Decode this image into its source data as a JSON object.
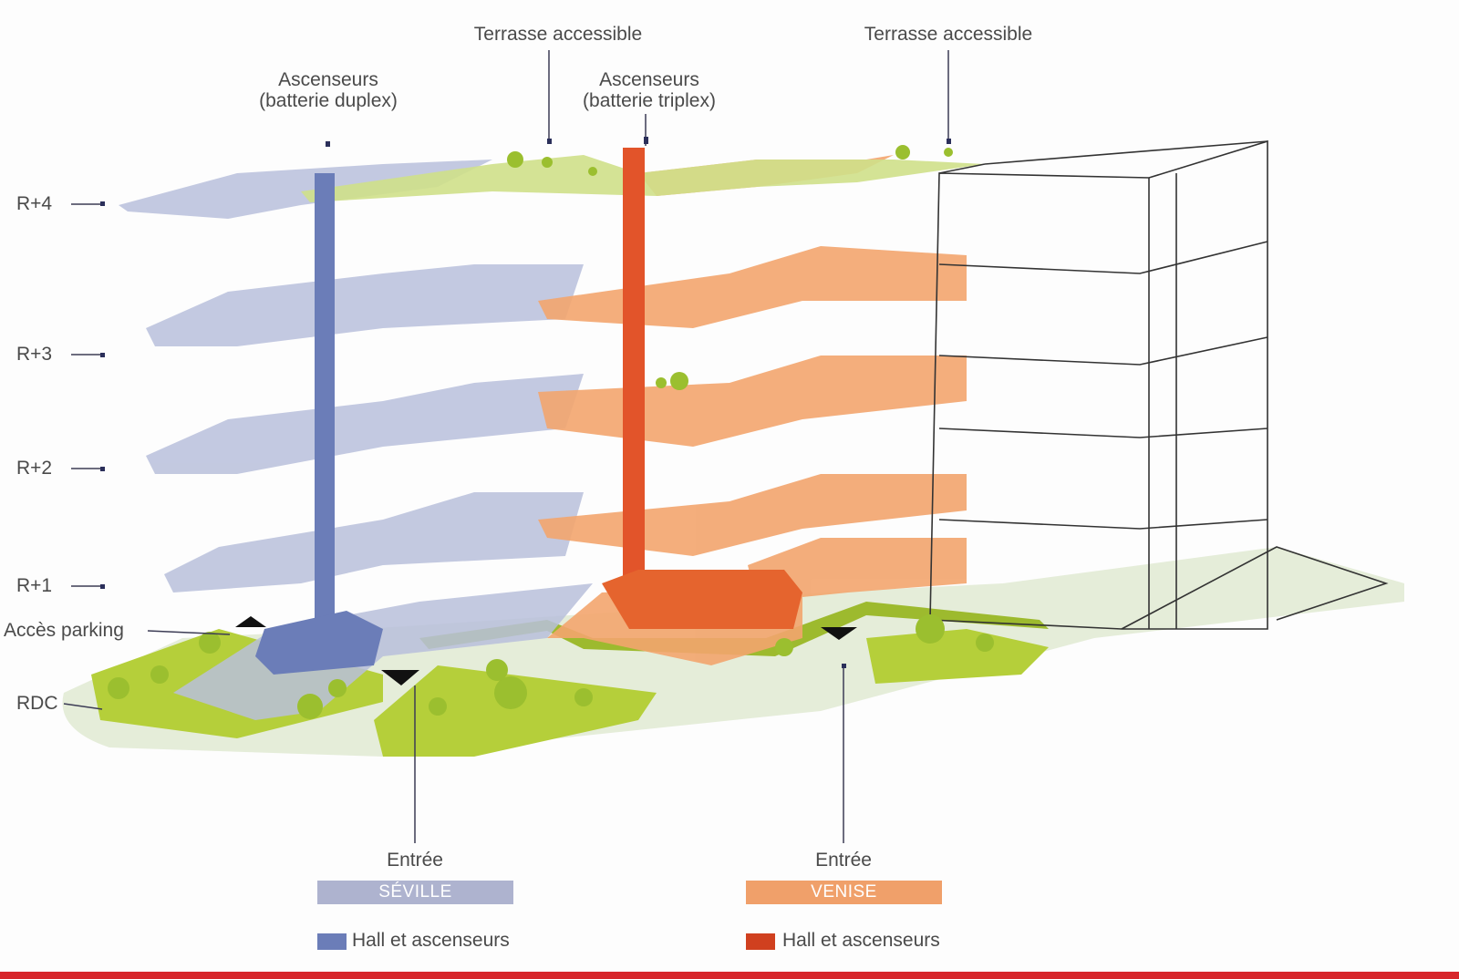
{
  "labels": {
    "terrasse_left": "Terrasse accessible",
    "terrasse_right": "Terrasse accessible",
    "asc_duplex_line1": "Ascenseurs",
    "asc_duplex_line2": "(batterie duplex)",
    "asc_triplex_line1": "Ascenseurs",
    "asc_triplex_line2": "(batterie triplex)",
    "acces_parking": "Accès parking",
    "entree_left": "Entrée",
    "entree_right": "Entrée"
  },
  "floors": [
    "R+4",
    "R+3",
    "R+2",
    "R+1",
    "RDC"
  ],
  "buildings": {
    "seville": "SÉVILLE",
    "venise": "VENISE"
  },
  "legend": {
    "seville_hall": "Hall et ascenseurs",
    "venise_hall": "Hall et ascenseurs"
  },
  "colors": {
    "seville_floor": "#b9c0dc",
    "seville_core": "#6b7db8",
    "seville_tag": "#aeb3cf",
    "venise_floor": "#f3a56e",
    "venise_core": "#e2542a",
    "venise_tag": "#f0a06a",
    "green": "#b5cf3a",
    "green_dark": "#8eaa2a",
    "bar": "#d7262b"
  }
}
